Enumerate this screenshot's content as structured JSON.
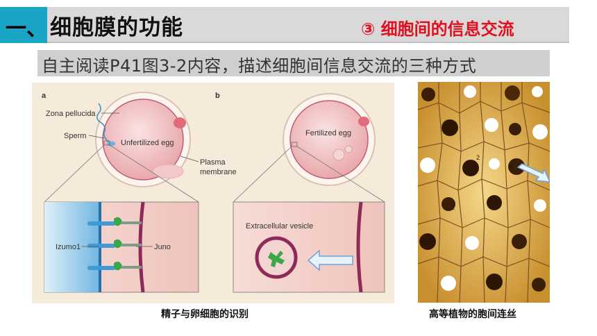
{
  "header": {
    "section_number": "一、",
    "title": "细胞膜的功能",
    "subtitle": "③ 细胞间的信息交流"
  },
  "instruction": "自主阅读P41图3-2内容，描述细胞间信息交流的三种方式",
  "figure_left": {
    "panel_a": "a",
    "panel_b": "b",
    "labels": {
      "zona": "Zona pellucida",
      "sperm": "Sperm",
      "unfertilized": "Unfertilized egg",
      "plasma1": "Plasma",
      "plasma2": "membrane",
      "fertilized": "Fertilized egg",
      "izumo": "Izumo1",
      "juno": "Juno",
      "vesicle": "Extracellular vesicle"
    },
    "caption": "精子与卵细胞的识别"
  },
  "figure_right": {
    "markers": {
      "one": "1",
      "two": "2"
    },
    "caption": "高等植物的胞间连丝"
  },
  "colors": {
    "accent": "#1aa5c7",
    "subtitle_red": "#e0101e",
    "egg_pink": "#f1c4c4",
    "membrane": "#8e2a5a"
  }
}
